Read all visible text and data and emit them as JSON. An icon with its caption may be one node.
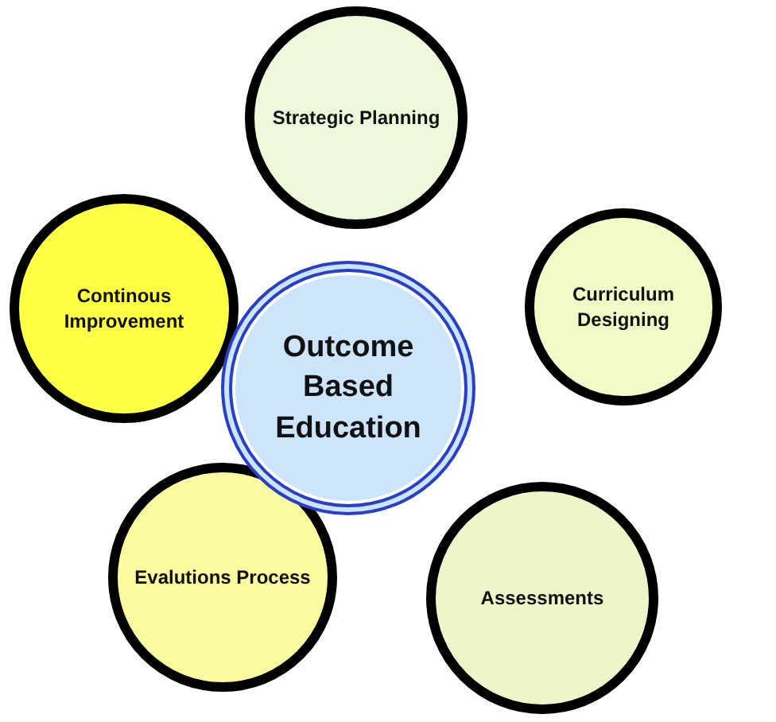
{
  "diagram": {
    "nodes": [
      {
        "text": [
          "Strategic Planning"
        ]
      },
      {
        "text": [
          "Continous Improvement"
        ]
      },
      {
        "text": [
          "Outcome Based Education"
        ]
      },
      {
        "text": [
          "Curriculum Designing"
        ]
      },
      {
        "text": [
          "Evalutions Process"
        ]
      },
      {
        "text": [
          "Assessments"
        ]
      }
    ]
  }
}
